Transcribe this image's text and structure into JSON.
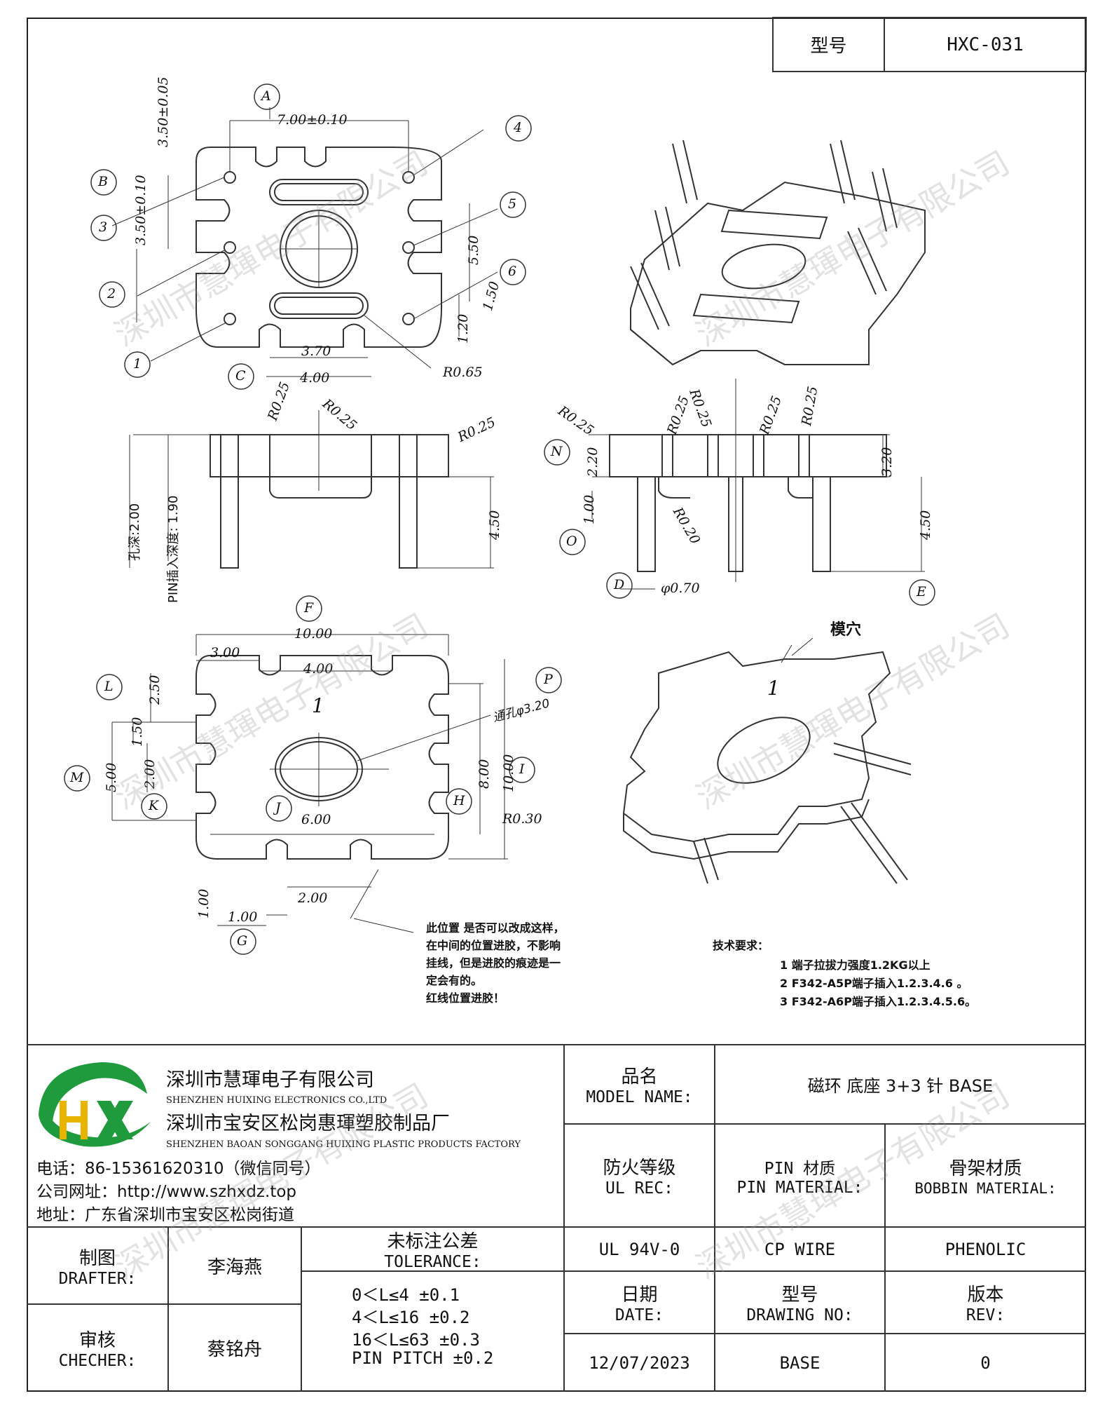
{
  "title_block": {
    "type_label": "型号",
    "type_value": "HXC-031"
  },
  "dimensions": {
    "top": [
      "7.00±0.10",
      "3.50±0.05",
      "3.50±0.10",
      "5.50",
      "1.50",
      "1.20",
      "3.70",
      "4.00",
      "R0.65"
    ],
    "front": [
      "R0.25",
      "R0.25",
      "R0.25",
      "孔深:2.00",
      "PIN插入深度: 1.90",
      "4.50"
    ],
    "side": [
      "R0.25",
      "R0.25",
      "R0.25",
      "R0.25",
      "R0.25",
      "2.20",
      "3.20",
      "1.00",
      "R0.20",
      "4.50",
      "φ0.70"
    ],
    "bottom": [
      "10.00",
      "3.00",
      "4.00",
      "2.50",
      "1.50",
      "5.00",
      "2.00",
      "通孔φ3.20",
      "8.00",
      "10.00",
      "6.00",
      "R0.30",
      "2.00",
      "1.00",
      "1.00"
    ],
    "pin_mark": "1",
    "cavity_mark": "1"
  },
  "balloons": [
    "A",
    "B",
    "3",
    "2",
    "1",
    "C",
    "4",
    "5",
    "6",
    "N",
    "O",
    "D",
    "E",
    "F",
    "L",
    "M",
    "K",
    "J",
    "P",
    "I",
    "H",
    "G"
  ],
  "cavity_label": "模穴",
  "note_glue": [
    "此位置 是否可以改成这样，",
    "在中间的位置进胶，不影响",
    "挂线，但是进胶的痕迹是一",
    "定会有的。",
    "红线位置进胶！"
  ],
  "tech_req": {
    "title": "技术要求：",
    "items": [
      "1  端子拉拔力强度1.2KG以上",
      "2  F342-A5P端子插入1.2.3.4.6 。",
      "3  F342-A6P端子插入1.2.3.4.5.6。"
    ]
  },
  "company": {
    "logo_text": "HX",
    "name_cn": "深圳市慧琿电子有限公司",
    "name_en": "SHENZHEN HUIXING ELECTRONICS CO.,LTD",
    "factory_cn": "深圳市宝安区松岗惠琿塑胶制品厂",
    "factory_en": "SHENZHEN BAOAN SONGGANG HUIXING PLASTIC PRODUCTS FACTORY",
    "phone": "电话：86-15361620310（微信同号）",
    "website": "公司网址：http://www.szhxdz.top",
    "address": "地址：广东省深圳市宝安区松岗街道"
  },
  "model_name": {
    "label_cn": "品名",
    "label_en": "MODEL NAME:",
    "value": "磁环 底座 3+3 针 BASE"
  },
  "ul_rec": {
    "label_cn": "防火等级",
    "label_en": "UL REC:",
    "value": "UL 94V-0"
  },
  "pin_material": {
    "label_cn": "PIN 材质",
    "label_en": "PIN MATERIAL:",
    "value": "CP WIRE"
  },
  "bobbin_material": {
    "label_cn": "骨架材质",
    "label_en": "BOBBIN MATERIAL:",
    "value": "PHENOLIC"
  },
  "drafter": {
    "label_cn": "制图",
    "label_en": "DRAFTER:",
    "value": "李海燕"
  },
  "checker": {
    "label_cn": "审核",
    "label_en": "CHECHER:",
    "value": "蔡铭舟"
  },
  "tolerance": {
    "label_cn": "未标注公差",
    "label_en": "TOLERANCE:",
    "lines": [
      "0＜L≤4   ±0.1",
      "4＜L≤16  ±0.2",
      "16＜L≤63  ±0.3",
      "PIN PITCH  ±0.2"
    ]
  },
  "date": {
    "label_cn": "日期",
    "label_en": "DATE:",
    "value": "12/07/2023"
  },
  "drawing_no": {
    "label_cn": "型号",
    "label_en": "DRAWING NO:",
    "value": "BASE"
  },
  "rev": {
    "label_cn": "版本",
    "label_en": "REV:",
    "value": "0"
  },
  "watermark": "深圳市慧琿电子有限公司",
  "colors": {
    "line": "#222222",
    "logo_green": "#1f9a3c",
    "logo_yellow": "#e8b400",
    "watermark": "#b0b0b0"
  }
}
